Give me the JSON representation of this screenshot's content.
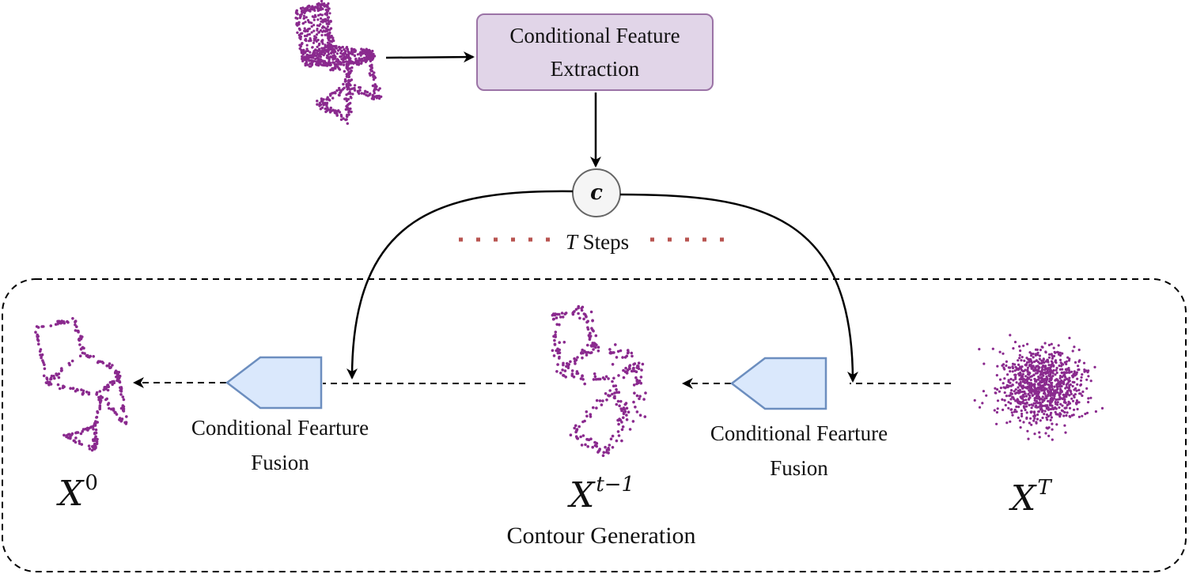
{
  "extraction_box": {
    "line1": "Conditional Feature",
    "line2": "Extraction"
  },
  "condition_node": {
    "symbol": "c",
    "fill": "#f5f5f5",
    "stroke": "#666666"
  },
  "steps_label": {
    "var": "T",
    "text": " Steps"
  },
  "fusion_left": {
    "line1": "Conditional Fearture",
    "line2": "Fusion"
  },
  "fusion_right": {
    "line1": "Conditional Fearture",
    "line2": "Fusion"
  },
  "states": {
    "x0": {
      "base": "X",
      "sup": "0"
    },
    "xt1": {
      "base": "X",
      "sup": "t−1"
    },
    "xT": {
      "base": "X",
      "sup": "T"
    }
  },
  "region_label": "Contour  Generation",
  "colors": {
    "point_cloud": "#8a2a8e",
    "fusion_fill": "#dae8fc",
    "fusion_stroke": "#6c8ebf",
    "box_fill": "#e1d5e8",
    "box_stroke": "#9b73a6",
    "dots": "#b85450"
  }
}
